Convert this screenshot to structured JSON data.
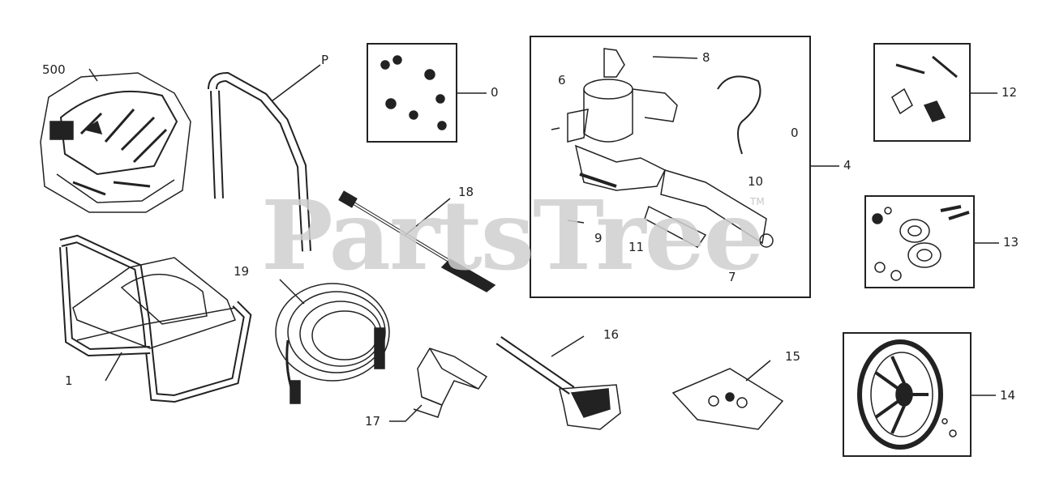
{
  "watermark": {
    "text": "PartsTree",
    "trademark": "TM"
  },
  "callouts": {
    "engine": "500",
    "handle": "P",
    "hardware_bag": "0",
    "pump_assembly": "4",
    "pump_hose": "0",
    "pump_screw": "6",
    "pump_top_bolt": "8",
    "pump_part_10": "10",
    "pump_part_11": "11",
    "pump_part_7": "7",
    "pump_part_9": "9",
    "kit_12": "12",
    "kit_13": "13",
    "wheel": "14",
    "bag_15": "15",
    "gun": "16",
    "bracket": "17",
    "wand": "18",
    "hose": "19",
    "frame": "1"
  },
  "colors": {
    "ink": "#222222",
    "watermark": "#d0d0d0"
  }
}
